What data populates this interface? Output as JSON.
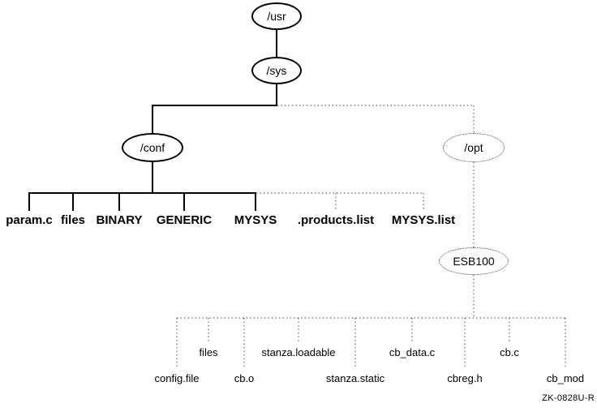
{
  "nodes": {
    "usr": {
      "label": "/usr"
    },
    "sys": {
      "label": "/sys"
    },
    "conf": {
      "label": "/conf"
    },
    "opt": {
      "label": "/opt"
    },
    "esb100": {
      "label": "ESB100"
    }
  },
  "conf_children": {
    "solid": [
      "param.c",
      "files",
      "BINARY",
      "GENERIC",
      "MYSYS"
    ],
    "dotted": [
      ".products.list",
      "MYSYS.list"
    ]
  },
  "esb100_children": {
    "row_upper": [
      "files",
      "stanza.loadable",
      "cb_data.c",
      "cb.c"
    ],
    "row_lower": [
      "config.file",
      "cb.o",
      "stanza.static",
      "cbreg.h",
      "cb_mod"
    ]
  },
  "caption": "ZK-0828U-R",
  "colors": {
    "solid_line": "#000000",
    "dotted_line": "#444444",
    "background": "#ffffff",
    "text": "#000000"
  }
}
